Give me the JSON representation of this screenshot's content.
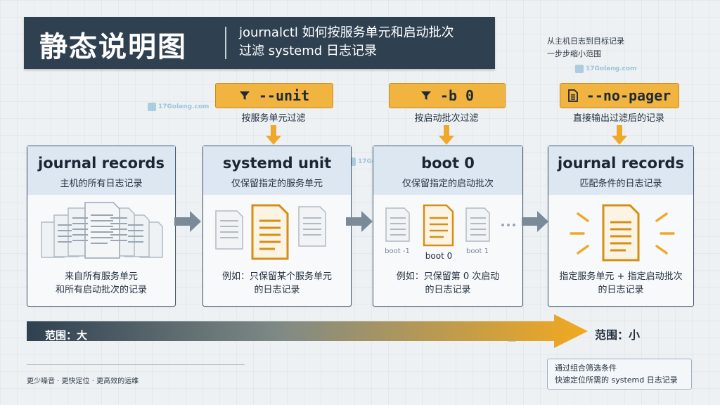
{
  "header": {
    "title": "静态说明图",
    "subtitle_line1": "journalctl 如何按服务单元和启动批次",
    "subtitle_line2": "过滤 systemd 日志记录"
  },
  "top_note": {
    "line1": "从主机日志到目标记录",
    "line2": "一步步缩小范围"
  },
  "filters": [
    {
      "command": "--unit",
      "caption": "按服务单元过滤",
      "icon": "filter-icon"
    },
    {
      "command": "-b 0",
      "caption": "按启动批次过滤",
      "icon": "filter-icon"
    },
    {
      "command": "--no-pager",
      "caption": "直接输出过滤后的记录",
      "icon": "document-icon"
    }
  ],
  "cards": [
    {
      "title": "journal records",
      "subtitle": "主机的所有日志记录",
      "foot1": "来自所有服务单元",
      "foot2": "和所有启动批次的记录"
    },
    {
      "title": "systemd unit",
      "subtitle": "仅保留指定的服务单元",
      "foot1": "例如：只保留某个服务单元",
      "foot2": "的日志记录"
    },
    {
      "title": "boot 0",
      "subtitle": "仅保留指定的启动批次",
      "foot1": "例如：只保留第 0 次启动",
      "foot2": "的日志记录",
      "boot_labels": [
        "boot -1",
        "boot 0",
        "boot 1"
      ]
    },
    {
      "title": "journal records",
      "subtitle": "匹配条件的日志记录",
      "foot1": "指定服务单元 + 指定启动批次",
      "foot2": "的日志记录"
    }
  ],
  "scope": {
    "left": "范围：大",
    "right": "范围：小"
  },
  "footer": {
    "text": "更少噪音 · 更快定位 · 更高效的运维"
  },
  "info_box": {
    "line1": "通过组合筛选条件",
    "line2": "快速定位所需的 systemd 日志记录"
  },
  "watermark": "17Golang.com",
  "colors": {
    "navy": "#2f4050",
    "accent": "#f2b441",
    "accent_dark": "#d58f17",
    "card_border": "#3b5570",
    "doc_gray": "#a9b4bf"
  }
}
